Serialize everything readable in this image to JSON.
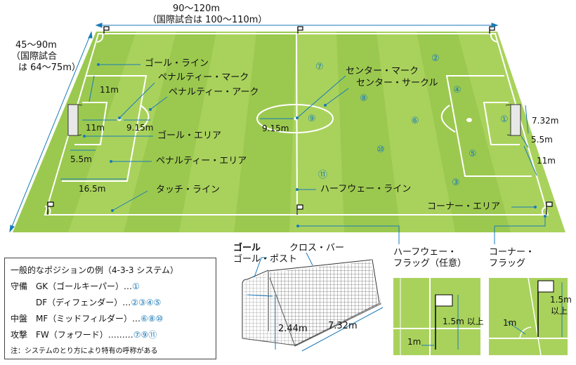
{
  "pitch": {
    "length_label": "90〜120m",
    "length_intl_label": "（国際試合は 100〜110m）",
    "width_label": "45〜90m",
    "width_intl_label_1": "（国際試合",
    "width_intl_label_2": "は 64〜75m）",
    "labels": {
      "goal_line": "ゴール・ライン",
      "penalty_mark": "ペナルティー・マーク",
      "penalty_arc": "ペナルティー・アーク",
      "goal_area": "ゴール・エリア",
      "penalty_area": "ペナルティー・エリア",
      "touch_line": "タッチ・ライン",
      "center_mark": "センター・マーク",
      "center_circle": "センター・サークル",
      "halfway_line": "ハーフウェー・ライン",
      "corner_area": "コーナー・エリア"
    },
    "dims": {
      "d11_vert": "11m",
      "d11_horiz": "11m",
      "d915_arc": "9.15m",
      "d55": "5.5m",
      "d165": "16.5m",
      "d915_center": "9.15m",
      "d732": "7.32m",
      "d55_right": "5.5m",
      "d11_right": "11m"
    },
    "positions": [
      "①",
      "②",
      "③",
      "④",
      "⑤",
      "⑥",
      "⑦",
      "⑧",
      "⑨",
      "⑩",
      "⑪"
    ]
  },
  "goal": {
    "title": "ゴール",
    "post_label": "ゴール・ポスト",
    "crossbar_label": "クロス・バー",
    "height_label": "2.44m",
    "width_label": "7.32m"
  },
  "halfway_flag": {
    "title_1": "ハーフウェー・",
    "title_2": "フラッグ（任意）",
    "height_label": "1.5m 以上",
    "distance_label": "1m"
  },
  "corner_flag": {
    "title_1": "コーナー・",
    "title_2": "フラッグ",
    "height_label_1": "1.5m",
    "height_label_2": "以上",
    "distance_label": "1m"
  },
  "legend": {
    "title": "一般的なポジションの例（4-3-3 システム）",
    "rows": [
      {
        "text": "守備　GK（ゴールキーパー）…",
        "nums": "①"
      },
      {
        "text": "　　　DF（ディフェンダー）…",
        "nums": "②③④⑤"
      },
      {
        "text": "中盤　MF（ミッドフィルダー）…",
        "nums": "⑥⑧⑩"
      },
      {
        "text": "攻撃　FW（フォワード）………",
        "nums": "⑦⑨⑪"
      }
    ],
    "note": "注：システムのとり方により特有の呼称がある"
  }
}
